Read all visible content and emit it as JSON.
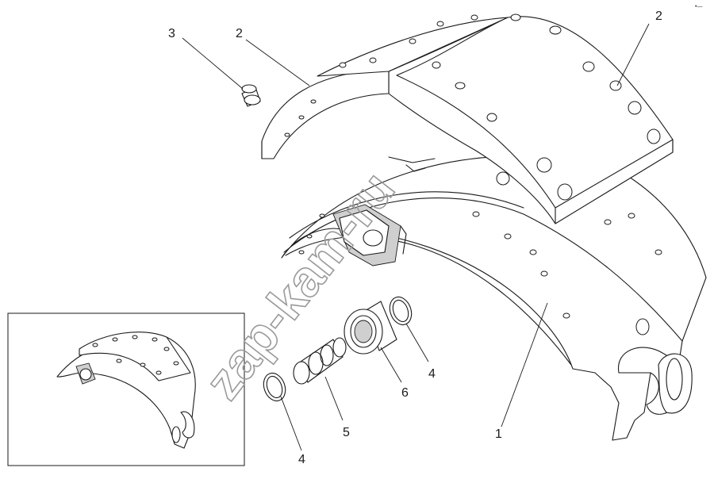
{
  "callouts": {
    "lining_left": "2",
    "lining_right": "2",
    "rivet": "3",
    "shoe": "1",
    "ring_right": "4",
    "ring_left": "4",
    "axle": "5",
    "roller": "6"
  },
  "watermark": "zap-kam-ru",
  "corner_mark": "•—"
}
